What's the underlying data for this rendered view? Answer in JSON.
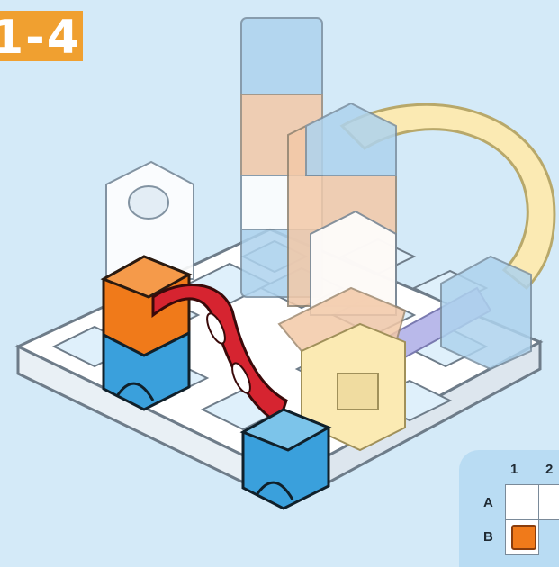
{
  "step_label": "1-4",
  "grid": {
    "column_labels": [
      "1",
      "2"
    ],
    "row_labels": [
      "A",
      "B"
    ]
  },
  "colors": {
    "background": "#d4eaf8",
    "label": "#f0a030",
    "orange_piece": "#f07a1a",
    "blue_piece": "#3aa0dc",
    "red_ramp": "#d62430",
    "ghost_blue": "#aed3ee",
    "ghost_orange": "#f3c9a8",
    "ghost_yellow": "#fbeab3",
    "ghost_lavender": "#b9b9ea",
    "base_white": "#ffffff"
  }
}
